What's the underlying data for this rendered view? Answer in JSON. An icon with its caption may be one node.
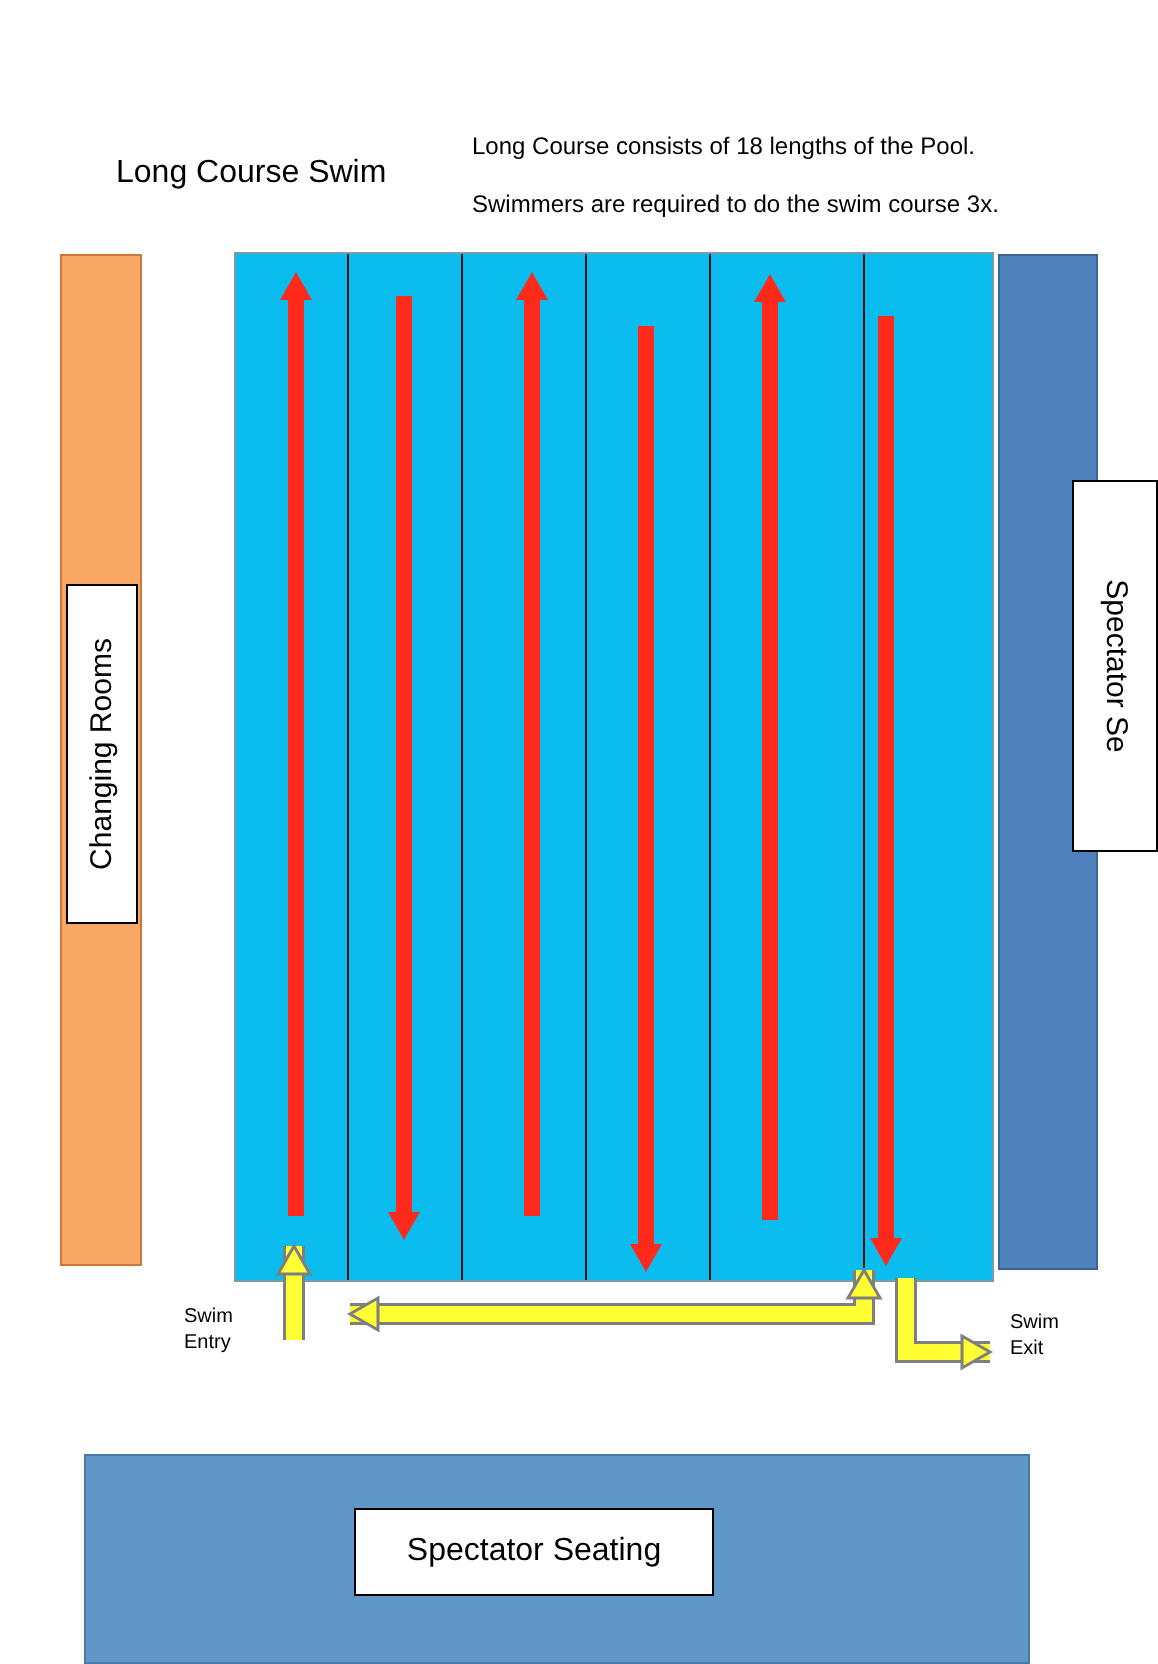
{
  "diagram": {
    "title": "Long Course Swim",
    "nodes": [
      {
        "text": [],
        "shape": "box"
      },
      {
        "text": [
          "Changing Rooms"
        ],
        "in": 0
      },
      {
        "text": [],
        "shape": "box"
      },
      {
        "text": [],
        "shape": "box"
      },
      {
        "text": [
          "Spectator Se"
        ]
      },
      {
        "text": [],
        "shape": "box"
      },
      {
        "text": [
          "Spectator Seating"
        ],
        "in": 5
      },
      {
        "text": [
          "Swim Exit"
        ]
      }
    ],
    "edges": [
      {
        "from": null,
        "to": 2,
        "arrow": "to"
      },
      {
        "from": null,
        "to": 2,
        "arrow": "both"
      },
      {
        "from": 2,
        "to": 7,
        "arrow": "to"
      }
    ],
    "labels": [
      "Long Course consists of 18 lengths of the Pool.",
      "Swimmers are required to do the swim course 3x.",
      "Swim Entry"
    ]
  }
}
